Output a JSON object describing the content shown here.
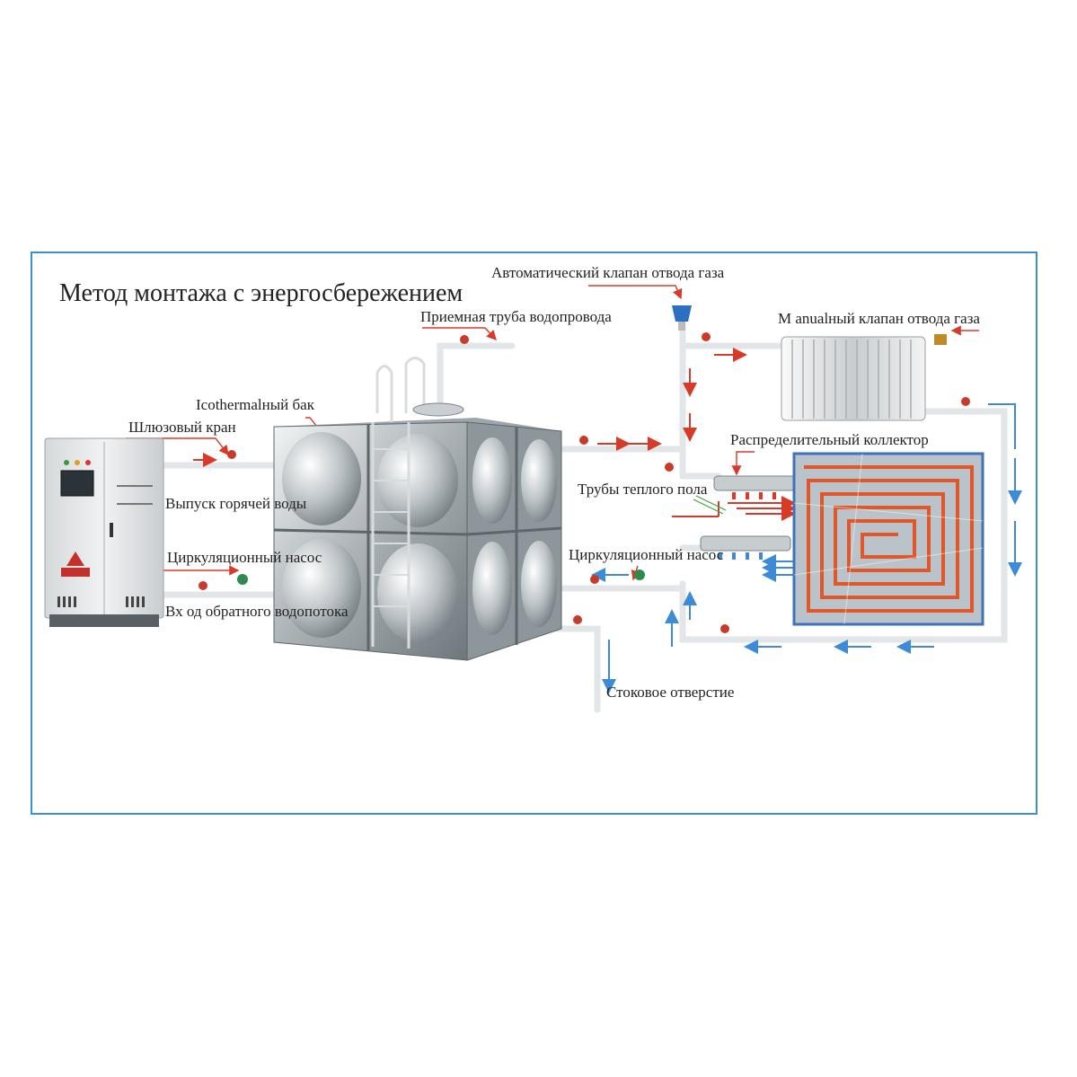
{
  "title": "Метод монтажа с энергосбережением",
  "labels": {
    "auto_vent": "Автоматический клапан отвода газа",
    "inlet_pipe": "Приемная труба водопровода",
    "manual_vent": "M anualный клапан отвода газа",
    "tank": "Icothermalный бак",
    "gate_valve": "Шлюзовый кран",
    "manifold": "Распределительный коллектор",
    "hot_out": "Выпуск горячей воды",
    "floor_pipes": "Трубы теплого пола",
    "circ_pump_left": "Циркуляционный насос",
    "circ_pump_right": "Циркуляционный насос",
    "return_in": "Вх  од обратного водопотока",
    "drain": "Стоковое отверстие"
  },
  "colors": {
    "frame": "#3a8fd0",
    "arrow_red": "#d83a2a",
    "arrow_blue": "#3d8ad6",
    "pipe": "#e6e8ea",
    "floor_pipe": "#e2572a"
  }
}
